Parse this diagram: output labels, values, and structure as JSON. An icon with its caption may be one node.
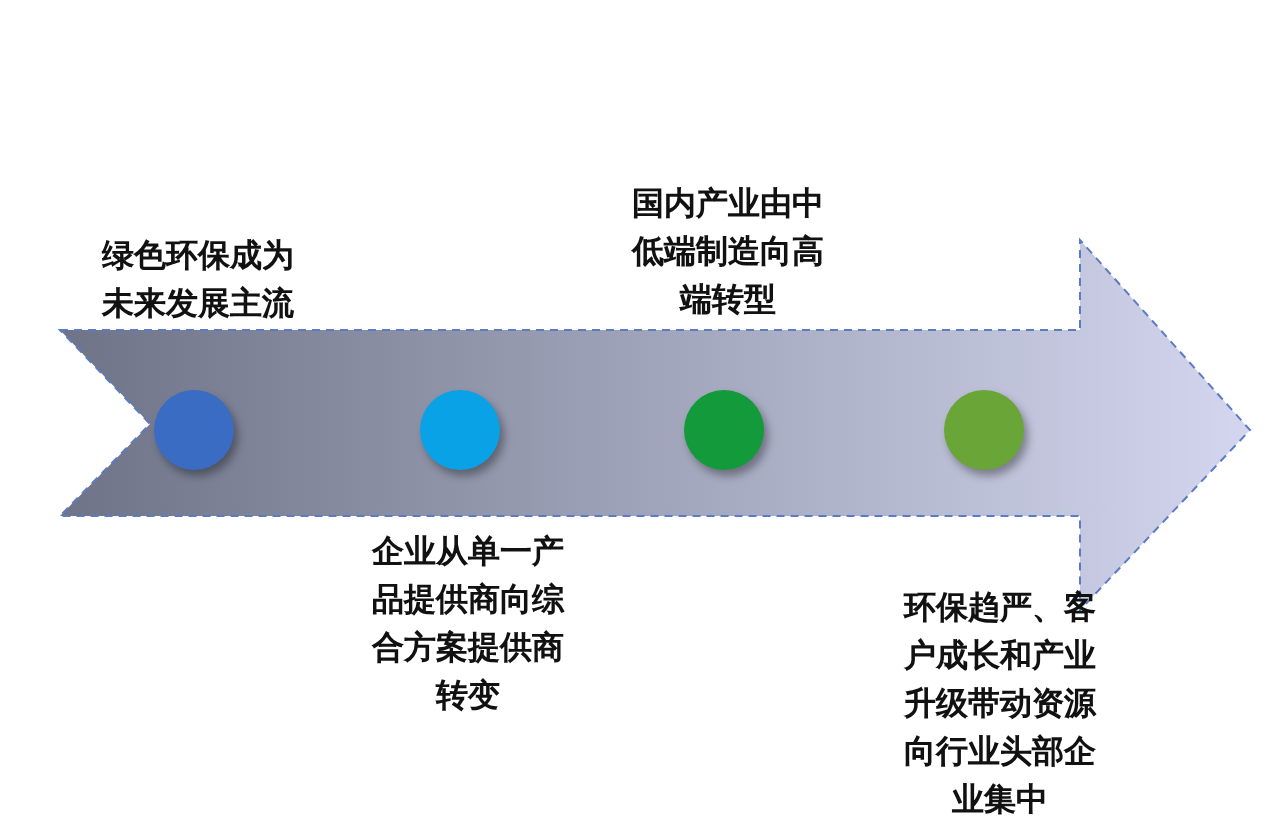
{
  "diagram": {
    "nodes": [
      {
        "text": [],
        "shape": "circle",
        "beside": [
          "绿色环保成为未来发展主流"
        ]
      },
      {
        "text": [],
        "shape": "circle",
        "beside": [
          "企业从单一产品提供商向综合方案提供商转变"
        ]
      },
      {
        "text": [],
        "shape": "circle",
        "beside": [
          "国内产业由中低端制造向高端转型"
        ]
      },
      {
        "text": [],
        "shape": "circle",
        "beside": [
          "环保趋严、客户成长和产业升级带动资源向行业头部企业集中"
        ]
      }
    ]
  }
}
